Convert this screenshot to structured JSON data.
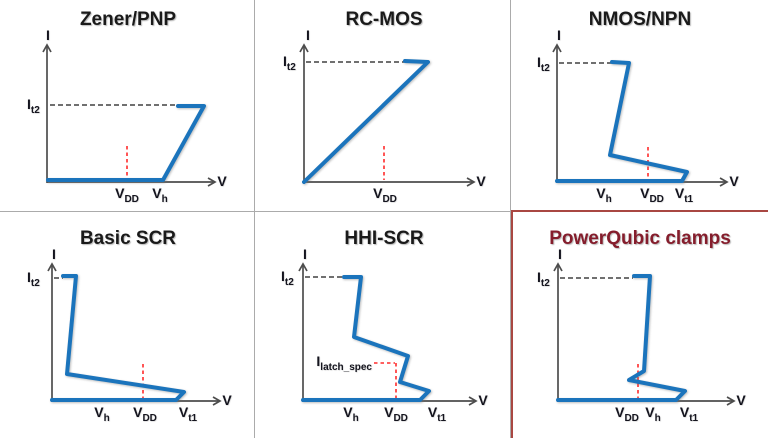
{
  "colors": {
    "curve_blue": "#1B74BC",
    "axis_gray": "#4D4D4D",
    "black_dashed": "#404040",
    "red_dashed": "#FF2B2B",
    "grid_line": "#ABABAB",
    "highlight_border": "#A94742",
    "highlight_title": "#851D2C",
    "title_color": "#1A1A1A"
  },
  "panels": [
    {
      "title": "Zener/PNP",
      "axis": {
        "i": "I",
        "v": "V"
      },
      "it2": {
        "base": "I",
        "sub": "t2"
      },
      "x_labels": [
        {
          "base": "V",
          "sub": "DD"
        },
        {
          "base": "V",
          "sub": "h"
        }
      ]
    },
    {
      "title": "RC-MOS",
      "axis": {
        "i": "I",
        "v": "V"
      },
      "it2": {
        "base": "I",
        "sub": "t2"
      },
      "x_labels": [
        {
          "base": "V",
          "sub": "DD"
        }
      ]
    },
    {
      "title": "NMOS/NPN",
      "axis": {
        "i": "I",
        "v": "V"
      },
      "it2": {
        "base": "I",
        "sub": "t2"
      },
      "x_labels": [
        {
          "base": "V",
          "sub": "h"
        },
        {
          "base": "V",
          "sub": "DD"
        },
        {
          "base": "V",
          "sub": "t1"
        }
      ]
    },
    {
      "title": "Basic SCR",
      "axis": {
        "i": "I",
        "v": "V"
      },
      "it2": {
        "base": "I",
        "sub": "t2"
      },
      "x_labels": [
        {
          "base": "V",
          "sub": "h"
        },
        {
          "base": "V",
          "sub": "DD"
        },
        {
          "base": "V",
          "sub": "t1"
        }
      ]
    },
    {
      "title": "HHI-SCR",
      "axis": {
        "i": "I",
        "v": "V"
      },
      "it2": {
        "base": "I",
        "sub": "t2"
      },
      "latch": {
        "base": "I",
        "sub": "latch_spec"
      },
      "x_labels": [
        {
          "base": "V",
          "sub": "h"
        },
        {
          "base": "V",
          "sub": "DD"
        },
        {
          "base": "V",
          "sub": "t1"
        }
      ]
    },
    {
      "title": "PowerQubic clamps",
      "highlight": true,
      "axis": {
        "i": "I",
        "v": "V"
      },
      "it2": {
        "base": "I",
        "sub": "t2"
      },
      "x_labels": [
        {
          "base": "V",
          "sub": "DD"
        },
        {
          "base": "V",
          "sub": "h"
        },
        {
          "base": "V",
          "sub": "t1"
        }
      ]
    }
  ]
}
